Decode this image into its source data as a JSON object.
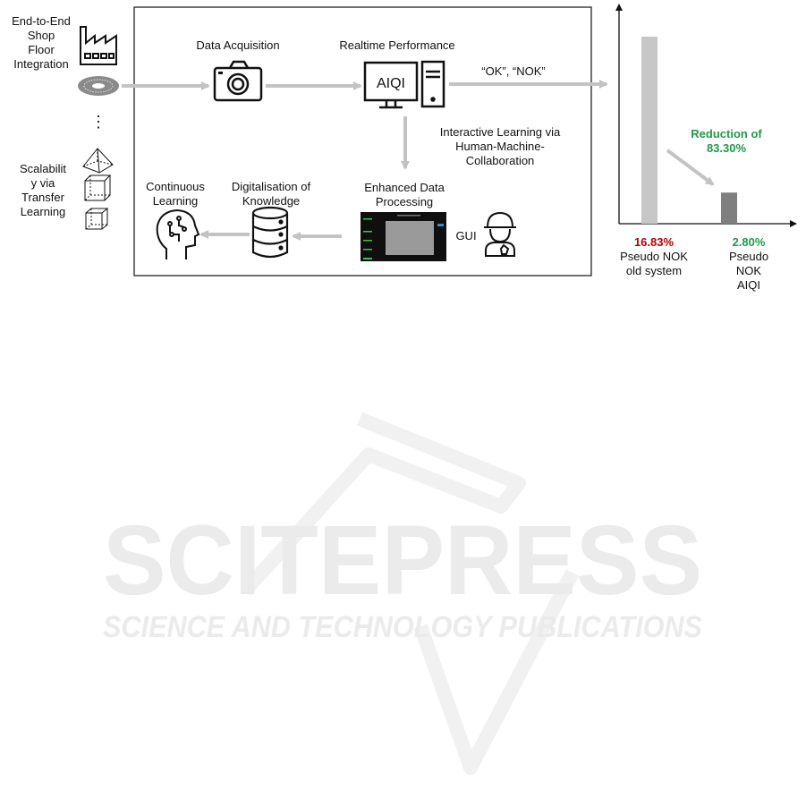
{
  "left": {
    "integration_lines": [
      "End-to-End",
      "Shop",
      "Floor",
      "Integration"
    ],
    "ellipsis": "⋮",
    "scalability_lines": [
      "Scalabilit",
      "y via",
      "Transfer",
      "Learning"
    ]
  },
  "flow": {
    "data_acquisition": "Data Acquisition",
    "realtime_performance": "Realtime Performance",
    "screen_text": "AIQI",
    "ok_nok": "“OK”, “NOK”",
    "interactive_lines": [
      "Interactive Learning via",
      "Human-Machine-",
      "Collaboration"
    ],
    "enhanced_lines": [
      "Enhanced Data",
      "Processing"
    ],
    "gui": "GUI",
    "digitalisation_lines": [
      "Digitalisation of",
      "Knowledge"
    ],
    "continuous_lines": [
      "Continuous",
      "Learning"
    ]
  },
  "chart_data": {
    "type": "bar",
    "categories": [
      "Pseudo NOK old system",
      "Pseudo NOK AIQI"
    ],
    "values": [
      16.83,
      2.8
    ],
    "value_labels": [
      "16.83%",
      "2.80%"
    ],
    "category_lines": [
      [
        "Pseudo NOK",
        "old system"
      ],
      [
        "Pseudo",
        "NOK",
        "AIQI"
      ]
    ],
    "annotation_lines": [
      "Reduction of",
      "83.30%"
    ],
    "ylim": [
      0,
      19
    ],
    "colors": {
      "bar_old": "#c7c7c7",
      "bar_new": "#7f7f7f",
      "value_old": "#b00000",
      "value_new": "#1f9a49",
      "annotation": "#1f9a49"
    }
  },
  "watermark": {
    "main": "SCITEPRESS",
    "sub": "SCIENCE AND TECHNOLOGY PUBLICATIONS"
  }
}
